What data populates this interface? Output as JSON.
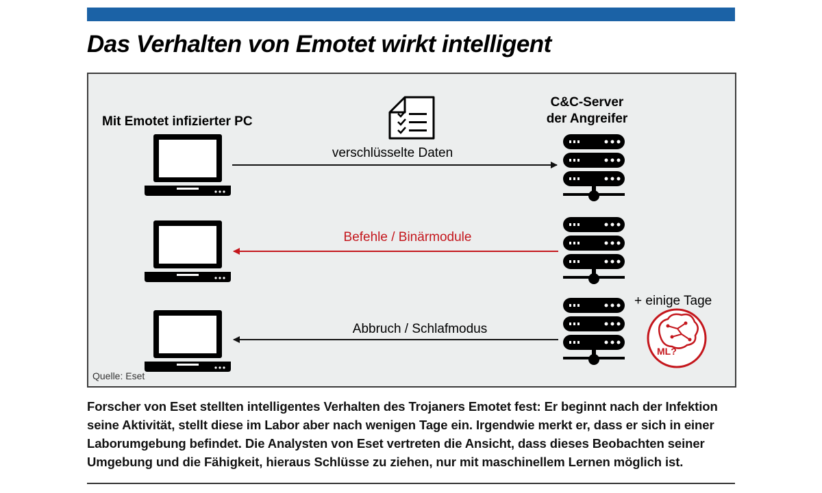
{
  "title": "Das Verhalten von Emotet wirkt intelligent",
  "diagram": {
    "pc_label": "Mit Emotet infizierter PC",
    "server_label_line1": "C&C-Server",
    "server_label_line2": "der Angreifer",
    "flows": [
      {
        "label": "verschlüsselte Daten",
        "direction": "pc-to-server",
        "color": "#111111"
      },
      {
        "label": "Befehle / Binärmodule",
        "direction": "server-to-pc",
        "color": "#c4161c"
      },
      {
        "label": "Abbruch / Schlafmodus",
        "direction": "server-to-pc",
        "color": "#111111"
      }
    ],
    "extra_note": "+ einige Tage",
    "ml_badge": "ML?",
    "source": "Quelle: Eset"
  },
  "caption": "Forscher von Eset stellten intelligentes Verhalten des Trojaners Emotet fest: Er beginnt nach der Infektion seine Aktivität, stellt diese im Labor aber nach wenigen Tage ein. Irgendwie merkt er, dass er sich in einer Laborumgebung befindet. Die Analysten von Eset vertreten die Ansicht, dass dieses Beobachten seiner Umgebung und die Fähigkeit, hieraus Schlüsse zu ziehen,  nur mit maschinellem Lernen möglich ist.",
  "colors": {
    "accent": "#1b62a6",
    "alert_red": "#c4161c",
    "panel_bg": "#eceeee"
  }
}
